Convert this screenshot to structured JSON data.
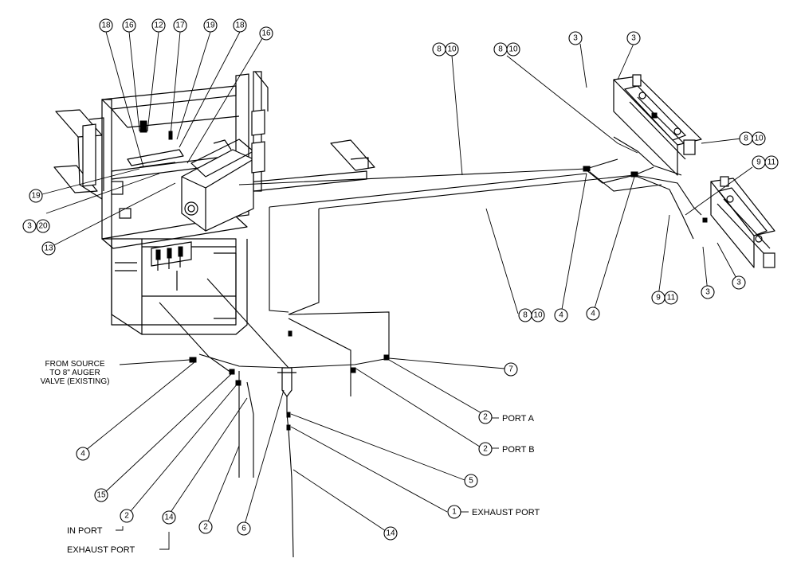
{
  "callouts": [
    {
      "id": "c-18a",
      "text": "18"
    },
    {
      "id": "c-16a",
      "text": "16"
    },
    {
      "id": "c-12",
      "text": "12"
    },
    {
      "id": "c-17",
      "text": "17"
    },
    {
      "id": "c-19a",
      "text": "19"
    },
    {
      "id": "c-18b",
      "text": "18"
    },
    {
      "id": "c-16b",
      "text": "16"
    },
    {
      "id": "c-19b",
      "text": "19"
    },
    {
      "id": "c-3-20a",
      "text": "3"
    },
    {
      "id": "c-3-20b",
      "text": "20"
    },
    {
      "id": "c-13",
      "text": "13"
    },
    {
      "id": "c-8-10a",
      "text": "8"
    },
    {
      "id": "c-8-10b",
      "text": "10"
    },
    {
      "id": "c-8-10c",
      "text": "8"
    },
    {
      "id": "c-8-10d",
      "text": "10"
    },
    {
      "id": "c-3a",
      "text": "3"
    },
    {
      "id": "c-3b",
      "text": "3"
    },
    {
      "id": "c-8-10e",
      "text": "8"
    },
    {
      "id": "c-8-10f",
      "text": "10"
    },
    {
      "id": "c-9-11a",
      "text": "9"
    },
    {
      "id": "c-9-11b",
      "text": "11"
    },
    {
      "id": "c-8-10g",
      "text": "8"
    },
    {
      "id": "c-8-10h",
      "text": "10"
    },
    {
      "id": "c-4a",
      "text": "4"
    },
    {
      "id": "c-4b",
      "text": "4"
    },
    {
      "id": "c-9-11c",
      "text": "9"
    },
    {
      "id": "c-9-11d",
      "text": "11"
    },
    {
      "id": "c-3c",
      "text": "3"
    },
    {
      "id": "c-3d",
      "text": "3"
    },
    {
      "id": "c-7",
      "text": "7"
    },
    {
      "id": "c-2a",
      "text": "2"
    },
    {
      "id": "c-2b",
      "text": "2"
    },
    {
      "id": "c-5",
      "text": "5"
    },
    {
      "id": "c-1",
      "text": "1"
    },
    {
      "id": "c-14a",
      "text": "14"
    },
    {
      "id": "c-4c",
      "text": "4"
    },
    {
      "id": "c-15",
      "text": "15"
    },
    {
      "id": "c-2c",
      "text": "2"
    },
    {
      "id": "c-14b",
      "text": "14"
    },
    {
      "id": "c-2d",
      "text": "2"
    },
    {
      "id": "c-6",
      "text": "6"
    }
  ],
  "labels": {
    "source_line1": "FROM SOURCE",
    "source_line2": "TO 8\" AUGER",
    "source_line3": "VALVE (EXISTING)",
    "port_a": "PORT A",
    "port_b": "PORT B",
    "exhaust_port_right": "EXHAUST PORT",
    "in_port": "IN PORT",
    "exhaust_port_bottom": "EXHAUST PORT"
  }
}
